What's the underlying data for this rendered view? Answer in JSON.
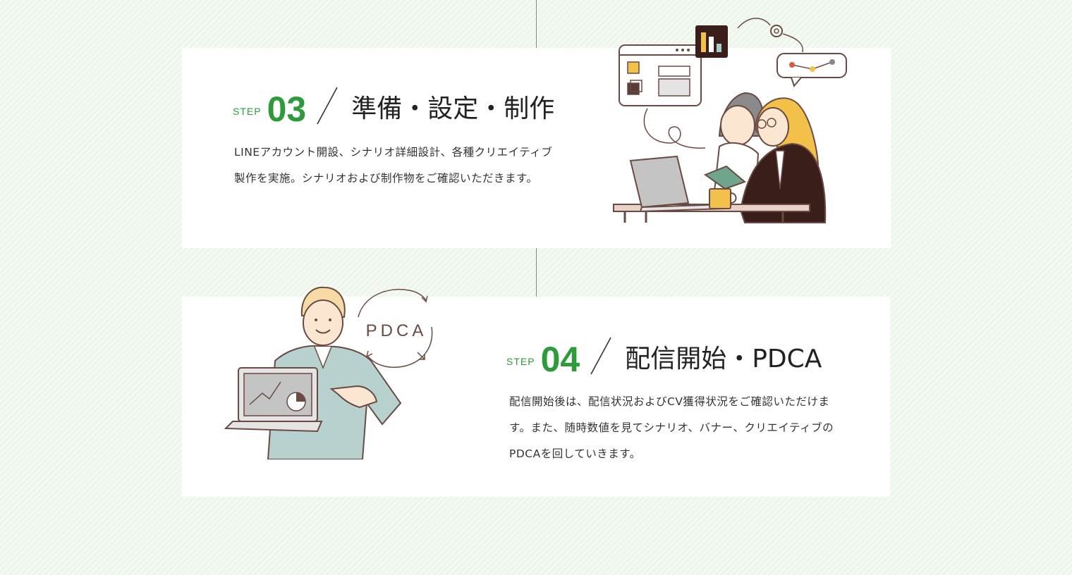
{
  "steps": [
    {
      "label": "STEP",
      "number": "03",
      "title": "準備・設定・制作",
      "description": "LINEアカウント開設、シナリオ詳細設計、各種クリエイティブ製作を実施。シナリオおよび制作物をご確認いただきます。"
    },
    {
      "label": "STEP",
      "number": "04",
      "title": "配信開始・PDCA",
      "description": "配信開始後は、配信状況およびCV獲得状況をご確認いただけます。また、随時数値を見てシナリオ、バナー、クリエイティブのPDCAを回していきます。",
      "illustration_text": "PDCA"
    }
  ],
  "colors": {
    "accent": "#2e9b3a",
    "background": "#eef6ec",
    "card": "#ffffff",
    "line": "#888888"
  }
}
